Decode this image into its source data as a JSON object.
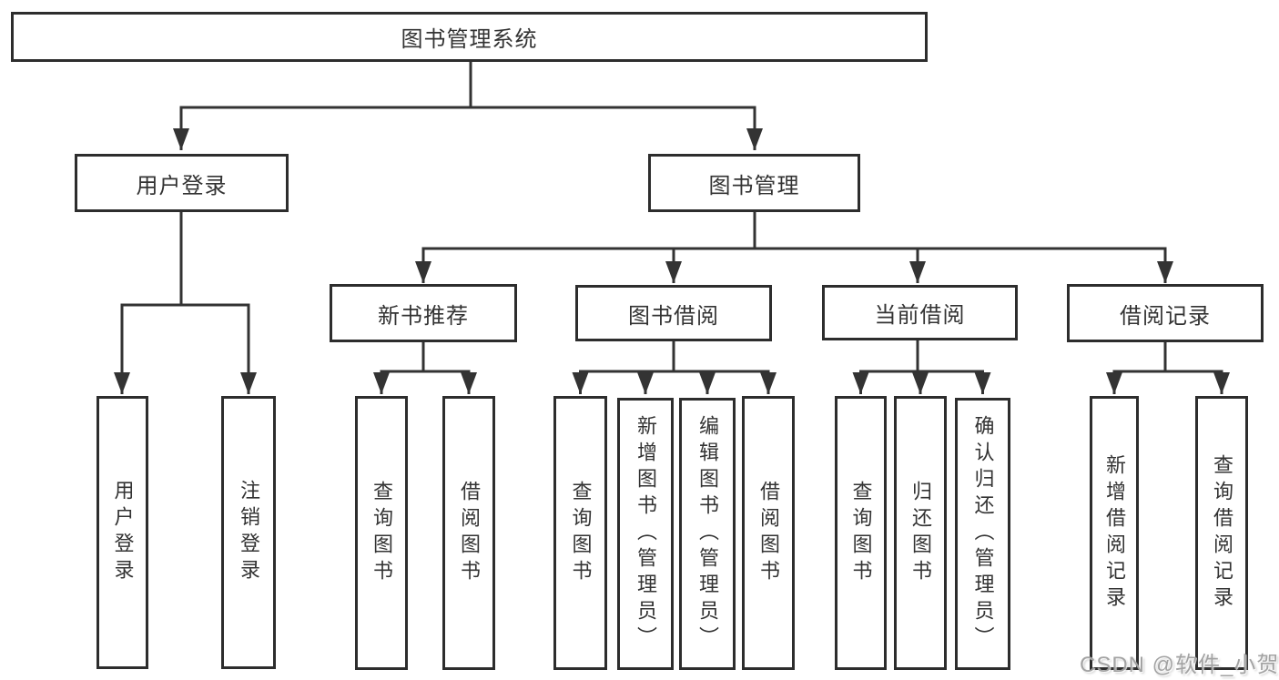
{
  "diagram": {
    "title": "图书管理系统",
    "root": {
      "label": "图书管理系统"
    },
    "branches": [
      {
        "label": "用户登录",
        "children": [
          {
            "label": "用户登录"
          },
          {
            "label": "注销登录"
          }
        ]
      },
      {
        "label": "图书管理",
        "children": [
          {
            "label": "新书推荐",
            "children": [
              {
                "label": "查询图书"
              },
              {
                "label": "借阅图书"
              }
            ]
          },
          {
            "label": "图书借阅",
            "children": [
              {
                "label": "查询图书"
              },
              {
                "label": "新增图书（管理员）"
              },
              {
                "label": "编辑图书（管理员）"
              },
              {
                "label": "借阅图书"
              }
            ]
          },
          {
            "label": "当前借阅",
            "children": [
              {
                "label": "查询图书"
              },
              {
                "label": "归还图书"
              },
              {
                "label": "确认归还（管理员）"
              }
            ]
          },
          {
            "label": "借阅记录",
            "children": [
              {
                "label": "新增借阅记录"
              },
              {
                "label": "查询借阅记录"
              }
            ]
          }
        ]
      }
    ]
  },
  "watermark": "CSDN @软件_小贺同学",
  "colors": {
    "line": "#333333",
    "border": "#2d2d2d",
    "text": "#333333",
    "background": "#ffffff",
    "watermark": "#9e9e9e"
  }
}
